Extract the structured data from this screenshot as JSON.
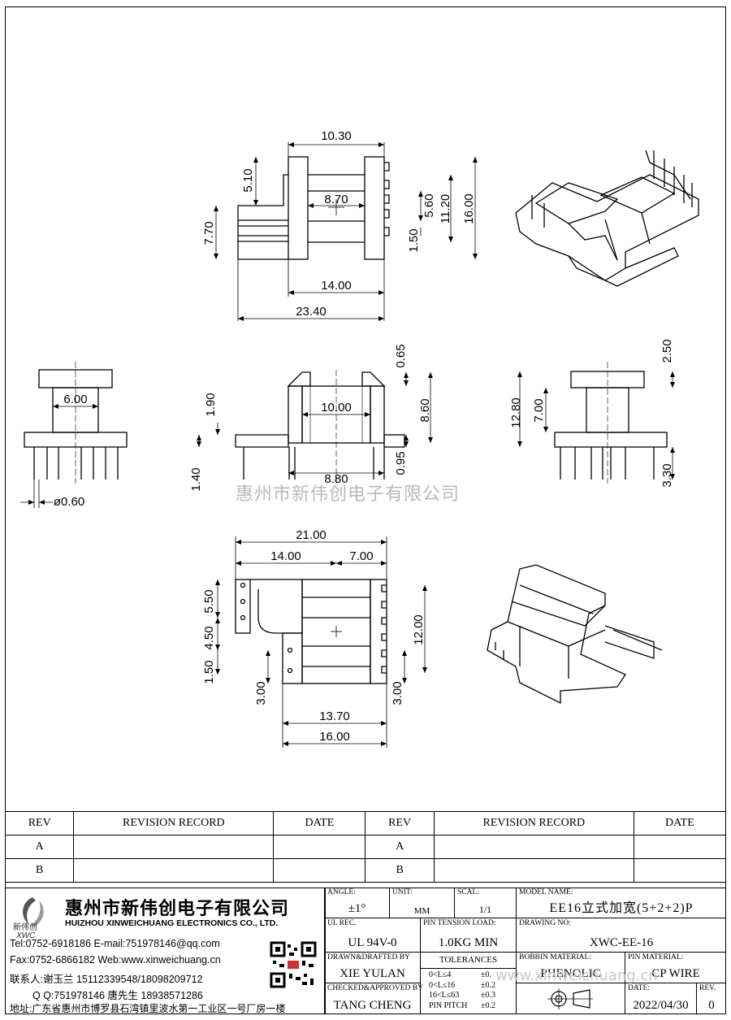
{
  "dims": {
    "top": [
      "10.30",
      "5.10",
      "8.70",
      "5.60",
      "11.20",
      "16.00",
      "7.70",
      "1.50",
      "14.00",
      "23.40"
    ],
    "front_left": [
      "6.00",
      "ø0.60"
    ],
    "front_mid": [
      "0.65",
      "10.00",
      "1.90",
      "8.60",
      "0.95",
      "8.80",
      "1.40"
    ],
    "front_right": [
      "2.50",
      "12.80",
      "7.00",
      "3.30"
    ],
    "bottom": [
      "21.00",
      "14.00",
      "7.00",
      "5.50",
      "4.50",
      "1.50",
      "12.00",
      "3.00",
      "3.00",
      "13.70",
      "16.00"
    ]
  },
  "watermark": "惠州市新伟创电子有限公司",
  "watermark2": "www.xinweichuang.cn",
  "revision_table": {
    "headers": [
      "REV",
      "REVISION RECORD",
      "DATE",
      "REV",
      "REVISION RECORD",
      "DATE"
    ],
    "rows": [
      [
        "A",
        "",
        "",
        "A",
        "",
        ""
      ],
      [
        "B",
        "",
        "",
        "B",
        "",
        ""
      ]
    ]
  },
  "company": {
    "name_cn": "惠州市新伟创电子有限公司",
    "name_en": "HUIZHOU XINWEICHUANG ELECTRONICS CO., LTD.",
    "logo_text": "新伟创",
    "logo_sub": "XWC",
    "tel": "Tel:0752-6918186 E-mail:751978146@qq.com",
    "fax": "Fax:0752-6866182 Web:www.xinweichuang.cn",
    "contact": "联系人:谢玉兰 15112339548/18098209712",
    "qq": "Q Q:751978146   唐先生 18938571286",
    "address": "地址:广东省惠州市博罗县石湾镇里波水第一工业区一号厂房一楼"
  },
  "title_block": {
    "angle_label": "ANGLE:",
    "angle": "±1°",
    "unit_label": "UNIT:",
    "unit": "MM",
    "scale_label": "SCAL:",
    "scale": "1/1",
    "model_label": "MODEL NAME:",
    "model": "EE16立式加宽(5+2+2)P",
    "ul_label": "UL REC.",
    "ul": "UL 94V-0",
    "pin_tension_label": "PIN TENSION LOAD:",
    "pin_tension": "1.0KG MIN",
    "drawing_no_label": "DRAWING NO:",
    "drawing_no": "XWC-EE-16",
    "drawn_label": "DRAWN&DRAFTED BY",
    "drawn": "XIE YULAN",
    "tolerances_label": "TOLERANCES",
    "tol_rows": [
      [
        "0<L≤4",
        "±0."
      ],
      [
        "0<L≤16",
        "±0.2"
      ],
      [
        "16<L≤63",
        "±0.3"
      ],
      [
        "PIN PITCH",
        "±0.2"
      ]
    ],
    "bobbin_label": "BOBBIN MATERIAL:",
    "bobbin": "PHENOLIC",
    "pin_mat_label": "PIN MATERIAL:",
    "pin_mat": "CP WIRE",
    "checked_label": "CHECKED&APPROVED BY",
    "checked": "TANG CHENG",
    "date_label": "DATE:",
    "date": "2022/04/30",
    "rev_label": "REV.",
    "rev": "0"
  }
}
